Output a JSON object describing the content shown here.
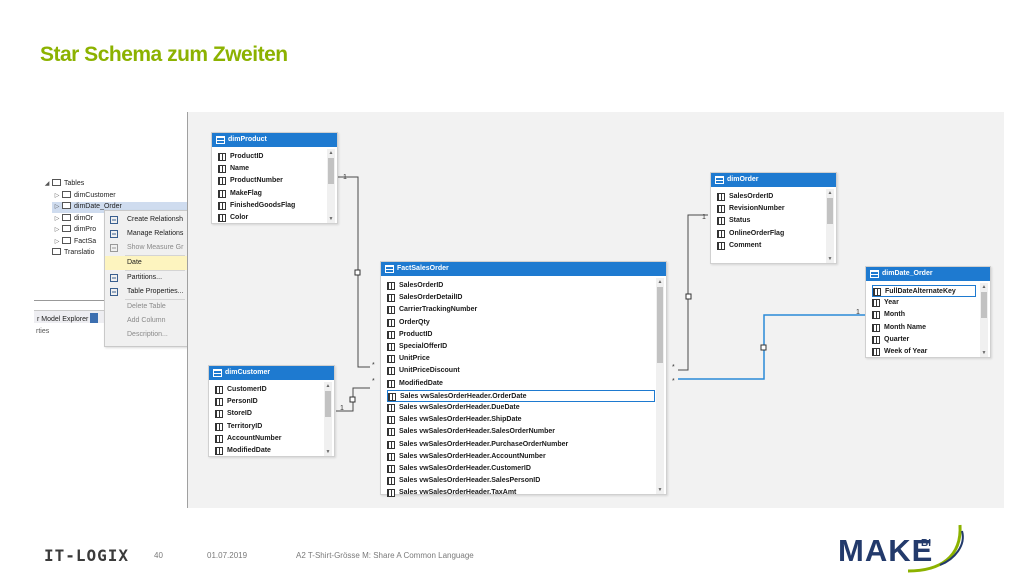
{
  "slide": {
    "title": "Star Schema zum Zweiten"
  },
  "explorer": {
    "tree": [
      {
        "label": "Tables",
        "arrow": "◢",
        "indent": 0
      },
      {
        "label": "dimCustomer",
        "arrow": "▷",
        "indent": 1
      },
      {
        "label": "dimDate_Order",
        "arrow": "▷",
        "indent": 1
      },
      {
        "label": "dimOr",
        "arrow": "▷",
        "indent": 1
      },
      {
        "label": "dimPro",
        "arrow": "▷",
        "indent": 1
      },
      {
        "label": "FactSa",
        "arrow": "▷",
        "indent": 1
      },
      {
        "label": "Translatio",
        "arrow": "",
        "indent": 0
      }
    ],
    "tab_label": "r Model Explorer",
    "tab2_label": "S",
    "properties_label": "rties"
  },
  "context_menu": {
    "items": [
      {
        "label": "Create Relationsh",
        "disabled": false,
        "icon": "relationship-icon"
      },
      {
        "label": "Manage Relations",
        "disabled": false,
        "icon": "manage-relationships-icon"
      },
      {
        "label": "Show Measure Gr",
        "disabled": true,
        "icon": "check-icon"
      },
      {
        "label": "Date",
        "disabled": false,
        "highlight": true,
        "icon": ""
      },
      {
        "label": "Partitions...",
        "disabled": false,
        "icon": "partitions-icon"
      },
      {
        "label": "Table Properties...",
        "disabled": false,
        "icon": "wrench-icon"
      },
      {
        "label": "Delete Table",
        "disabled": true,
        "icon": ""
      },
      {
        "label": "Add Column",
        "disabled": true,
        "icon": ""
      },
      {
        "label": "Description...",
        "disabled": true,
        "icon": ""
      }
    ]
  },
  "diagram": {
    "dimProduct": {
      "name": "dimProduct",
      "columns": [
        "ProductID",
        "Name",
        "ProductNumber",
        "MakeFlag",
        "FinishedGoodsFlag",
        "Color"
      ]
    },
    "dimOrder": {
      "name": "dimOrder",
      "columns": [
        "SalesOrderID",
        "RevisionNumber",
        "Status",
        "OnlineOrderFlag",
        "Comment"
      ]
    },
    "FactSalesOrder": {
      "name": "FactSalesOrder",
      "columns": [
        "SalesOrderID",
        "SalesOrderDetailID",
        "CarrierTrackingNumber",
        "OrderQty",
        "ProductID",
        "SpecialOfferID",
        "UnitPrice",
        "UnitPriceDiscount",
        "ModifiedDate",
        "Sales vwSalesOrderHeader.OrderDate",
        "Sales vwSalesOrderHeader.DueDate",
        "Sales vwSalesOrderHeader.ShipDate",
        "Sales vwSalesOrderHeader.SalesOrderNumber",
        "Sales vwSalesOrderHeader.PurchaseOrderNumber",
        "Sales vwSalesOrderHeader.AccountNumber",
        "Sales vwSalesOrderHeader.CustomerID",
        "Sales vwSalesOrderHeader.SalesPersonID",
        "Sales vwSalesOrderHeader.TaxAmt"
      ]
    },
    "dimDate_Order": {
      "name": "dimDate_Order",
      "columns": [
        "FullDateAlternateKey",
        "Year",
        "Month",
        "Month Name",
        "Quarter",
        "Week of Year"
      ]
    },
    "dimCustomer": {
      "name": "dimCustomer",
      "columns": [
        "CustomerID",
        "PersonID",
        "StoreID",
        "TerritoryID",
        "AccountNumber",
        "ModifiedDate"
      ]
    },
    "relationship_labels": {
      "one": "1",
      "many": "*"
    }
  },
  "footer": {
    "logo": "IT-LOGIX",
    "page_number": "40",
    "date": "01.07.2019",
    "caption": "A2 T-Shirt-Grösse M: Share A Common Language",
    "make_logo": "MAKE",
    "make_bi": "BI"
  },
  "colors": {
    "title": "#8cb200",
    "table_header": "#1e7ad0",
    "active_relationship": "#2b8ad8",
    "menu_highlight": "#fdf4bf"
  }
}
